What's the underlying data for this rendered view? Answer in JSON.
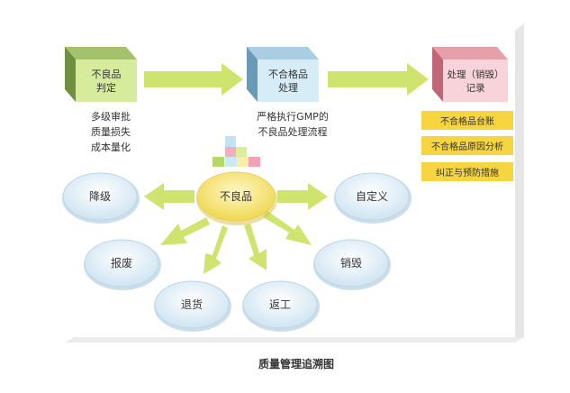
{
  "boxes": {
    "judge": {
      "line1": "不良品",
      "line2": "判定"
    },
    "process": {
      "line1": "不合格品",
      "line2": "处理"
    },
    "record": {
      "line1": "处理（销毁）",
      "line2": "记录"
    }
  },
  "notes": {
    "judge": [
      "多级审批",
      "质量损失",
      "成本量化"
    ],
    "process": [
      "严格执行GMP的",
      "不良品处理流程"
    ]
  },
  "records": [
    "不合格品台账",
    "不合格品原因分析",
    "纠正与预防措施"
  ],
  "center": "不良品",
  "outcomes": {
    "downgrade": "降级",
    "scrap": "报废",
    "return_goods": "退货",
    "rework": "返工",
    "destroy": "销毁",
    "custom": "自定义"
  },
  "caption": "质量管理追溯图",
  "colors": {
    "judge_top": "#a4c26b",
    "judge_side": "#6e9040",
    "judge_front": "#d6ec9c",
    "process_top": "#a9cde2",
    "process_side": "#6a9ab8",
    "process_front": "#d6ecf6",
    "record_top": "#e89fac",
    "record_side": "#c06677",
    "record_front": "#f8d3d9",
    "arrow": "#cfe46f",
    "record_label": "#f6d540",
    "center": "#f7ec9a",
    "ellipse": "#e2eff8"
  }
}
